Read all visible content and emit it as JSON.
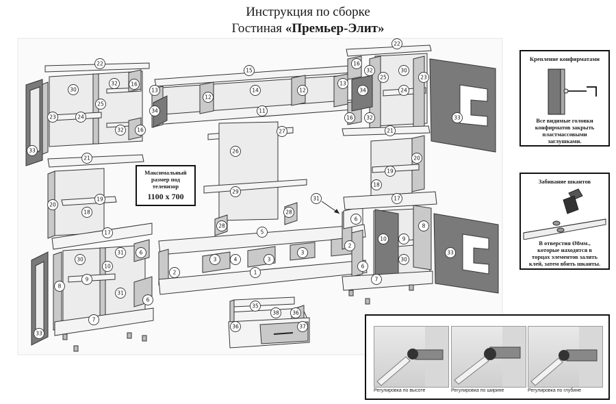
{
  "title": {
    "line1": "Инструкция по сборке",
    "line2_prefix": "Гостиная",
    "line2_bold": "«Премьер-Элит»"
  },
  "tv_note": {
    "line1": "Максимальный",
    "line2": "размер под",
    "line3": "телевизор",
    "size": "1100 х 700"
  },
  "confirmat_box": {
    "title": "Крепление конфирматами",
    "text_line1": "Все видимые головки",
    "text_line2": "конфирматов закрыть",
    "text_line3": "пластмассовыми",
    "text_line4": "заглушками."
  },
  "dowel_box": {
    "title": "Забивание шкантов",
    "text_line1": "В отверстия Ø8мм.,",
    "text_line2": "которые находятся в",
    "text_line3": "торцах элементов залить",
    "text_line4": "клей, затем вбить шканты."
  },
  "hinge_adjust": {
    "captions": [
      "Регулировка по высоте",
      "Регулировка по ширине",
      "Регулировка по глубине"
    ]
  },
  "part_numbers": [
    "1",
    "2",
    "3",
    "4",
    "5",
    "6",
    "7",
    "8",
    "9",
    "10",
    "11",
    "12",
    "13",
    "14",
    "15",
    "16",
    "17",
    "18",
    "19",
    "20",
    "21",
    "22",
    "23",
    "24",
    "25",
    "26",
    "27",
    "28",
    "29",
    "30",
    "31",
    "32",
    "33",
    "34",
    "35",
    "36",
    "37",
    "38"
  ]
}
